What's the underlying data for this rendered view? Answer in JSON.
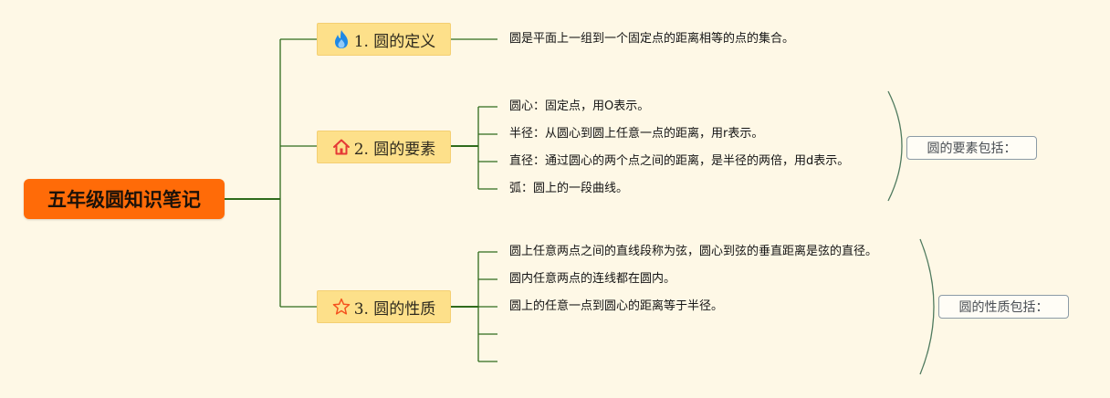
{
  "root": {
    "label": "五年级圆知识笔记"
  },
  "branches": [
    {
      "icon": "flame-icon",
      "label": "1. 圆的定义",
      "leaves": [
        "圆是平面上一组到一个固定点的距离相等的点的集合。"
      ]
    },
    {
      "icon": "house-icon",
      "label": "2. 圆的要素",
      "leaves": [
        "圆心：固定点，用O表示。",
        "半径：从圆心到圆上任意一点的距离，用r表示。",
        "直径：通过圆心的两个点之间的距离，是半径的两倍，用d表示。",
        "弧：圆上的一段曲线。"
      ],
      "summary": "圆的要素包括："
    },
    {
      "icon": "star-icon",
      "label": "3. 圆的性质",
      "leaves": [
        "圆上任意两点之间的直线段称为弦，圆心到弦的垂直距离是弦的直径。",
        "圆内任意两点的连线都在圆内。",
        "圆上的任意一点到圆心的距离等于半径。"
      ],
      "summary": "圆的性质包括："
    }
  ],
  "colors": {
    "background": "#fef8e6",
    "root_fill": "#ff6b08",
    "branch_fill": "#fde08a",
    "line": "#2f6b1c",
    "flame": "#1e88e5",
    "house": "#e53935",
    "star": "#f4511e"
  }
}
